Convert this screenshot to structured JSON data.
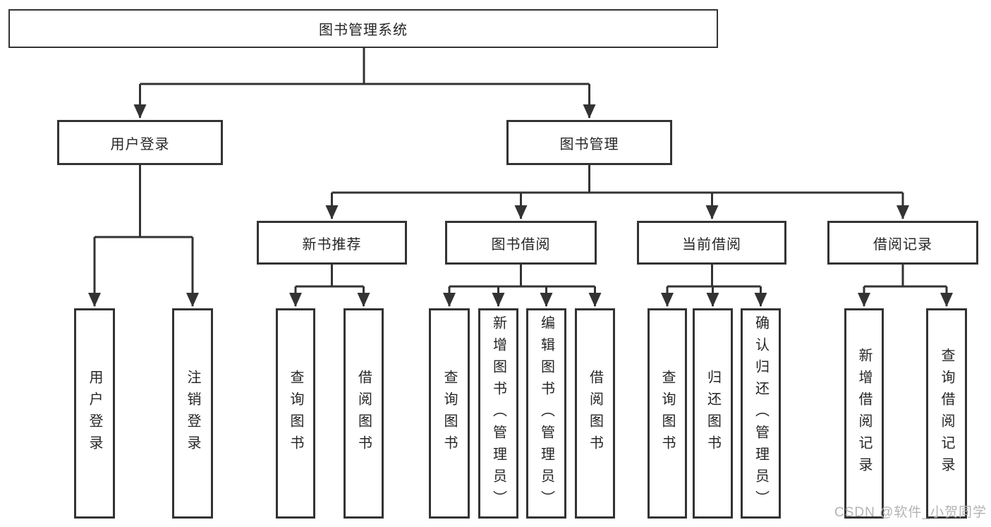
{
  "tree": {
    "root": {
      "label": "图书管理系统"
    },
    "branches": [
      {
        "label": "用户登录",
        "children": [
          {
            "label": "用户登录"
          },
          {
            "label": "注销登录"
          }
        ]
      },
      {
        "label": "图书管理",
        "children": [
          {
            "label": "新书推荐",
            "children": [
              {
                "label": "查询图书"
              },
              {
                "label": "借阅图书"
              }
            ]
          },
          {
            "label": "图书借阅",
            "children": [
              {
                "label": "查询图书"
              },
              {
                "label": "新增图书（管理员）"
              },
              {
                "label": "编辑图书（管理员）"
              },
              {
                "label": "借阅图书"
              }
            ]
          },
          {
            "label": "当前借阅",
            "children": [
              {
                "label": "查询图书"
              },
              {
                "label": "归还图书"
              },
              {
                "label": "确认归还（管理员）"
              }
            ]
          },
          {
            "label": "借阅记录",
            "children": [
              {
                "label": "新增借阅记录"
              },
              {
                "label": "查询借阅记录"
              }
            ]
          }
        ]
      }
    ]
  },
  "watermark": "CSDN @软件_小贺同学",
  "colors": {
    "line": "#333333",
    "text": "#262626",
    "background": "#ffffff",
    "watermark": "#b3b3b3"
  }
}
